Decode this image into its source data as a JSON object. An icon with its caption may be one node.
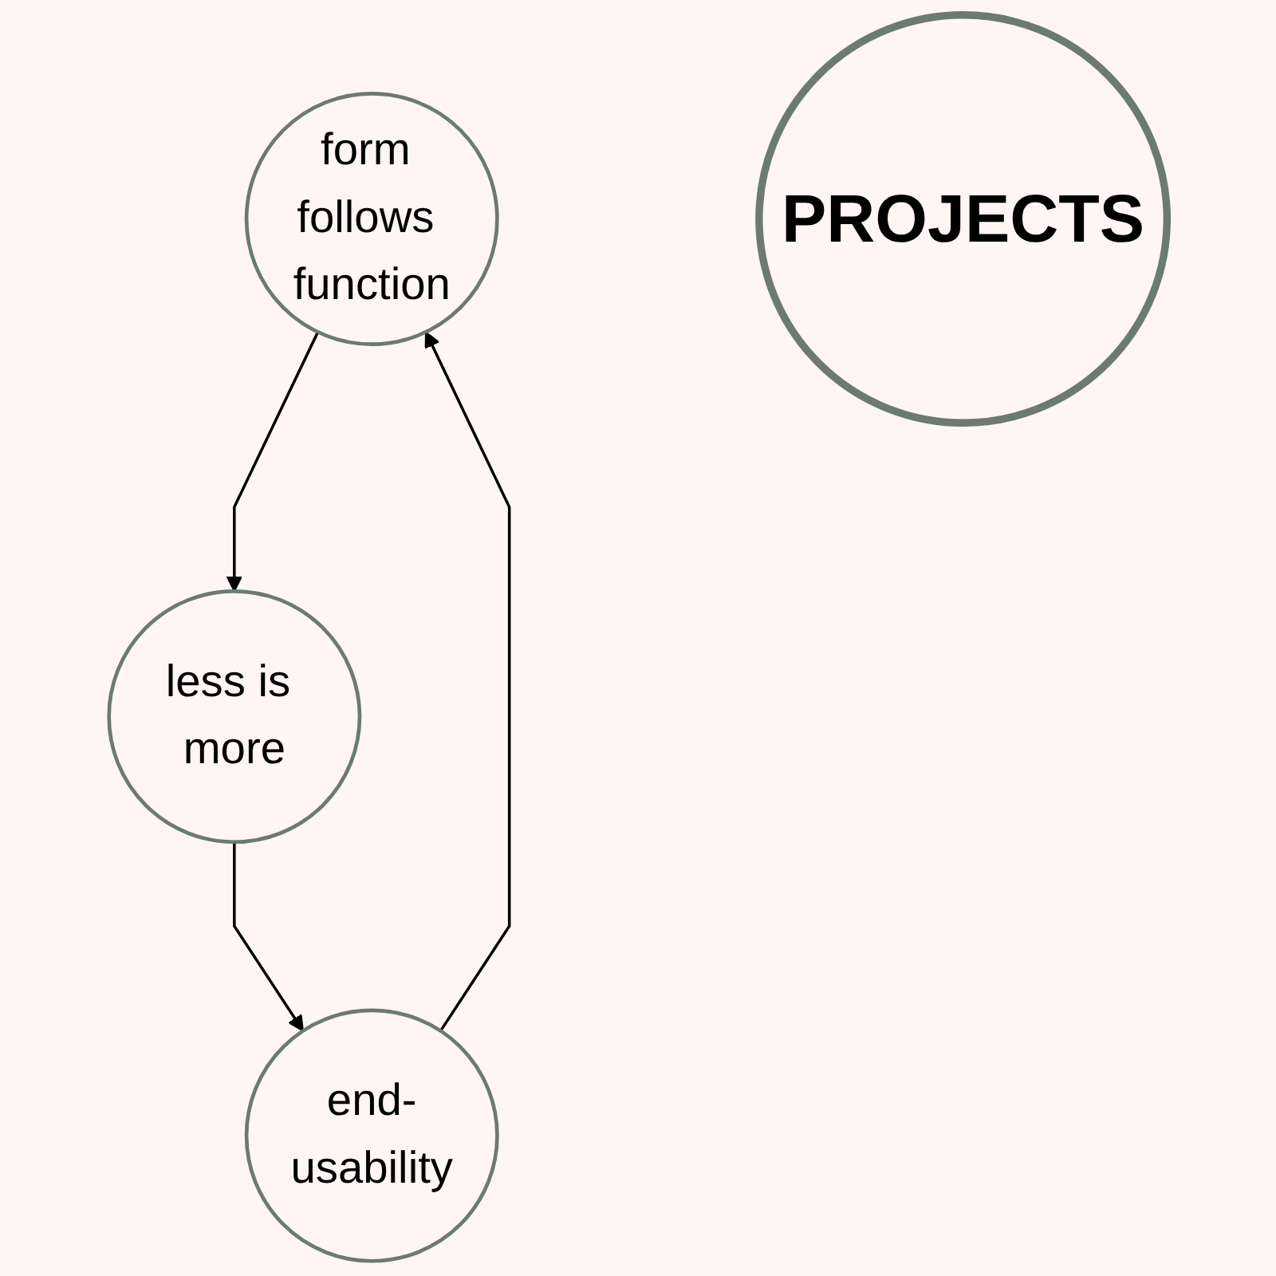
{
  "diagram": {
    "nodes": [
      {
        "text": [
          "form follows function"
        ]
      },
      {
        "text": [
          "less is more"
        ]
      },
      {
        "text": [
          "PROJECTS"
        ]
      },
      {
        "text": [
          "end-usability"
        ]
      }
    ],
    "edges": [
      {
        "from": 0,
        "to": 1,
        "arrow": "to"
      },
      {
        "from": 1,
        "to": 3,
        "arrow": "to"
      },
      {
        "from": 3,
        "to": 0,
        "arrow": "to"
      }
    ]
  }
}
